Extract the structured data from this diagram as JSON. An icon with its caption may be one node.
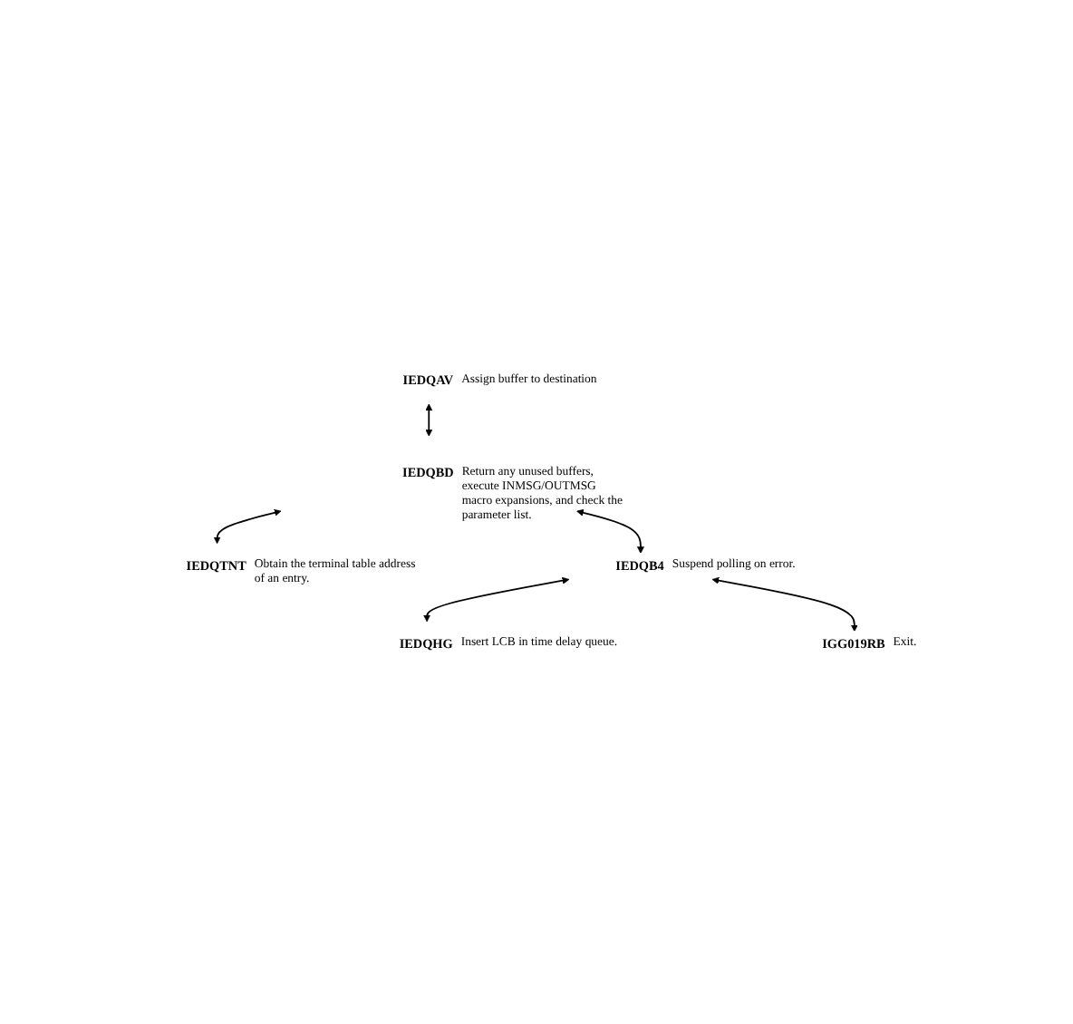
{
  "diagram": {
    "nodes": [
      {
        "text": [
          "IEDQAV"
        ],
        "beside": [
          "Assign buffer to destination"
        ]
      },
      {
        "text": [
          "IEDQBD"
        ],
        "beside": [
          "Return any unused buffers, execute INMSG/OUTMSG macro expansions, and check the parameter list."
        ]
      },
      {
        "text": [
          "IEDQTNT"
        ],
        "beside": [
          "Obtain the terminal table address of an entry."
        ]
      },
      {
        "text": [
          "IEDQB4"
        ],
        "beside": [
          "Suspend polling on error."
        ]
      },
      {
        "text": [
          "IEDQHG"
        ],
        "beside": [
          "Insert LCB in time delay queue."
        ]
      },
      {
        "text": [
          "IGG019RB"
        ],
        "beside": [
          "Exit."
        ]
      }
    ],
    "edges": [
      {
        "from": 0,
        "to": 1,
        "arrow": "both"
      },
      {
        "from": 1,
        "to": 2,
        "arrow": "both"
      },
      {
        "from": 1,
        "to": 3,
        "arrow": "both"
      },
      {
        "from": 3,
        "to": 4,
        "arrow": "both"
      },
      {
        "from": 3,
        "to": 5,
        "arrow": "both"
      }
    ]
  }
}
